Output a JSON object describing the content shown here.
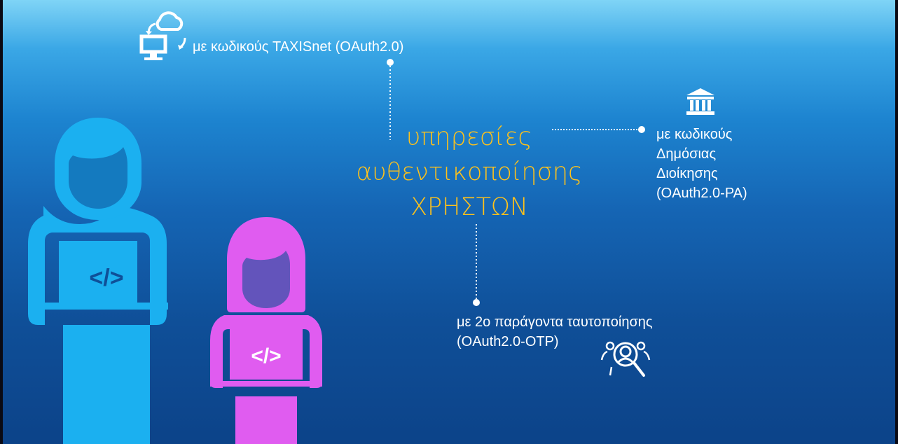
{
  "top_method": {
    "label": "με κωδικούς TAXISnet (OAuth2.0)",
    "icon": "computer-cloud-sync-icon"
  },
  "center_title": {
    "line1": "υπηρεσίες",
    "line2": "αυθεντικοποίησης",
    "line3": "ΧΡΗΣΤΩΝ"
  },
  "right_method": {
    "line1": "με κωδικούς",
    "line2": "Δημόσιας",
    "line3": "Διοίκησης",
    "line4": "(OAuth2.0-PA)",
    "icon": "government-building-icon"
  },
  "bottom_method": {
    "line1": "με 2ο παράγοντα ταυτοποίησης",
    "line2": "(OAuth2.0-OTP)",
    "icon": "user-search-icon"
  },
  "figures": {
    "developer_1": {
      "code_symbol": "</>",
      "color": "#1bb0f0"
    },
    "developer_2": {
      "code_symbol": "</>",
      "color": "#e05cf0"
    }
  },
  "colors": {
    "title": "#ffc21a",
    "text": "#ffffff"
  }
}
